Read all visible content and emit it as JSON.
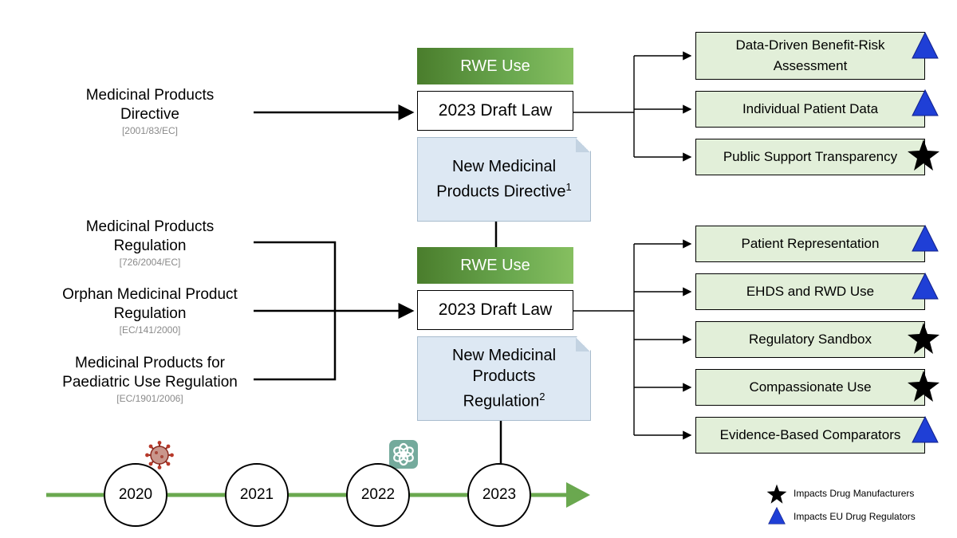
{
  "sources": [
    {
      "title": "Medicinal Products Directive",
      "code": "[2001/83/EC]"
    },
    {
      "title": "Medicinal Products Regulation",
      "code": "[726/2004/EC]"
    },
    {
      "title": "Orphan Medicinal Product Regulation",
      "code": "[EC/141/2000]"
    },
    {
      "title": "Medicinal Products for Paediatric Use Regulation",
      "code": "[EC/1901/2006]"
    }
  ],
  "tracks": [
    {
      "rwe_label": "RWE Use",
      "draft_label": "2023 Draft Law",
      "doc_title": "New Medicinal Products Directive",
      "doc_footnote": "1"
    },
    {
      "rwe_label": "RWE Use",
      "draft_label": "2023 Draft Law",
      "doc_title": "New Medicinal Products Regulation",
      "doc_footnote": "2"
    }
  ],
  "outcomes_top": [
    {
      "label": "Data-Driven Benefit-Risk Assessment",
      "impact": "triangle"
    },
    {
      "label": "Individual Patient Data",
      "impact": "triangle"
    },
    {
      "label": "Public Support Transparency",
      "impact": "star"
    }
  ],
  "outcomes_bottom": [
    {
      "label": "Patient Representation",
      "impact": "triangle"
    },
    {
      "label": "EHDS and RWD Use",
      "impact": "triangle"
    },
    {
      "label": "Regulatory Sandbox",
      "impact": "star"
    },
    {
      "label": "Compassionate Use",
      "impact": "star"
    },
    {
      "label": "Evidence-Based Comparators",
      "impact": "triangle"
    }
  ],
  "timeline": {
    "years": [
      "2020",
      "2021",
      "2022",
      "2023"
    ],
    "icons": [
      "virus-icon",
      "chatbot-icon"
    ],
    "line_color": "#6aa84f"
  },
  "legend": {
    "star_label": "Impacts Drug Manufacturers",
    "triangle_label": "Impacts EU Drug Regulators",
    "triangle_color": "#1f3fd6",
    "star_color": "#000000"
  }
}
